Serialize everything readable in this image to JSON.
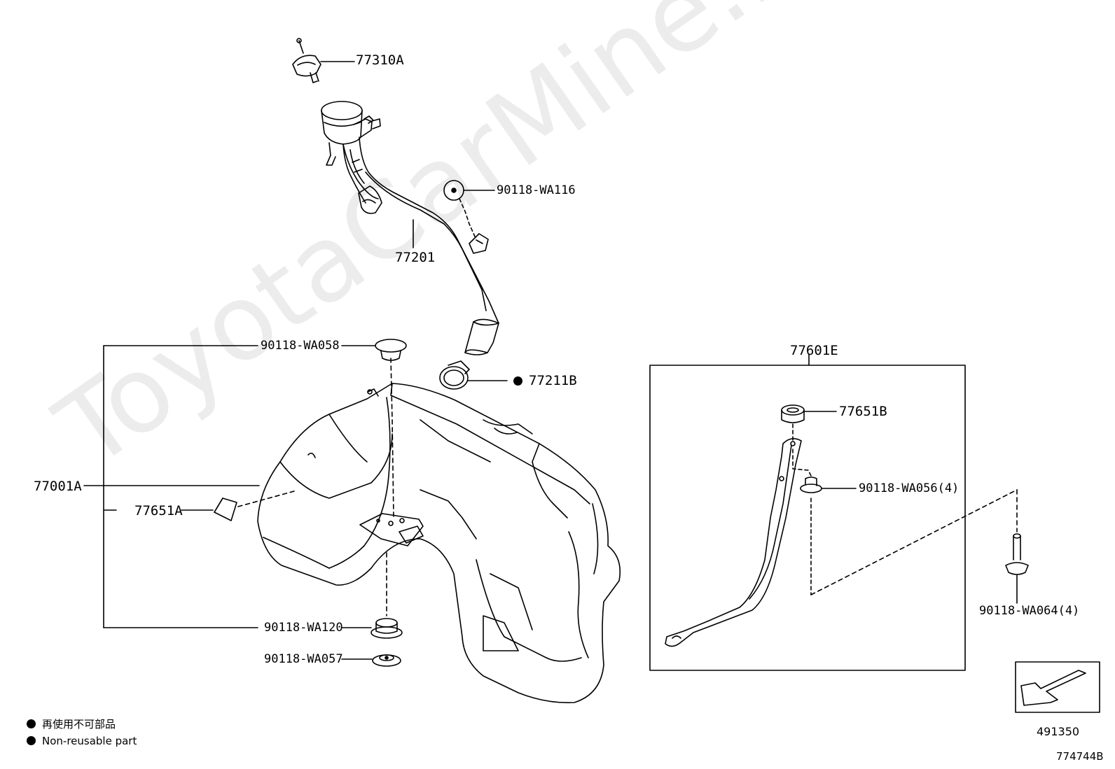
{
  "watermark": "ToyotaCarMine.ru",
  "parts": {
    "p77310A": "77310A",
    "p90118WA116": "90118-WA116",
    "p77201": "77201",
    "p90118WA058": "90118-WA058",
    "p77211B": "77211B",
    "p77001A": "77001A",
    "p77651A": "77651A",
    "p90118WA120": "90118-WA120",
    "p90118WA057": "90118-WA057",
    "p77601E": "77601E",
    "p77651B": "77651B",
    "p90118WA056": "90118-WA056(4)",
    "p90118WA064": "90118-WA064(4)"
  },
  "legend": {
    "jp": "再使用不可部品",
    "en": "Non-reusable part"
  },
  "ref_code": "491350",
  "diagram_code": "774744B"
}
